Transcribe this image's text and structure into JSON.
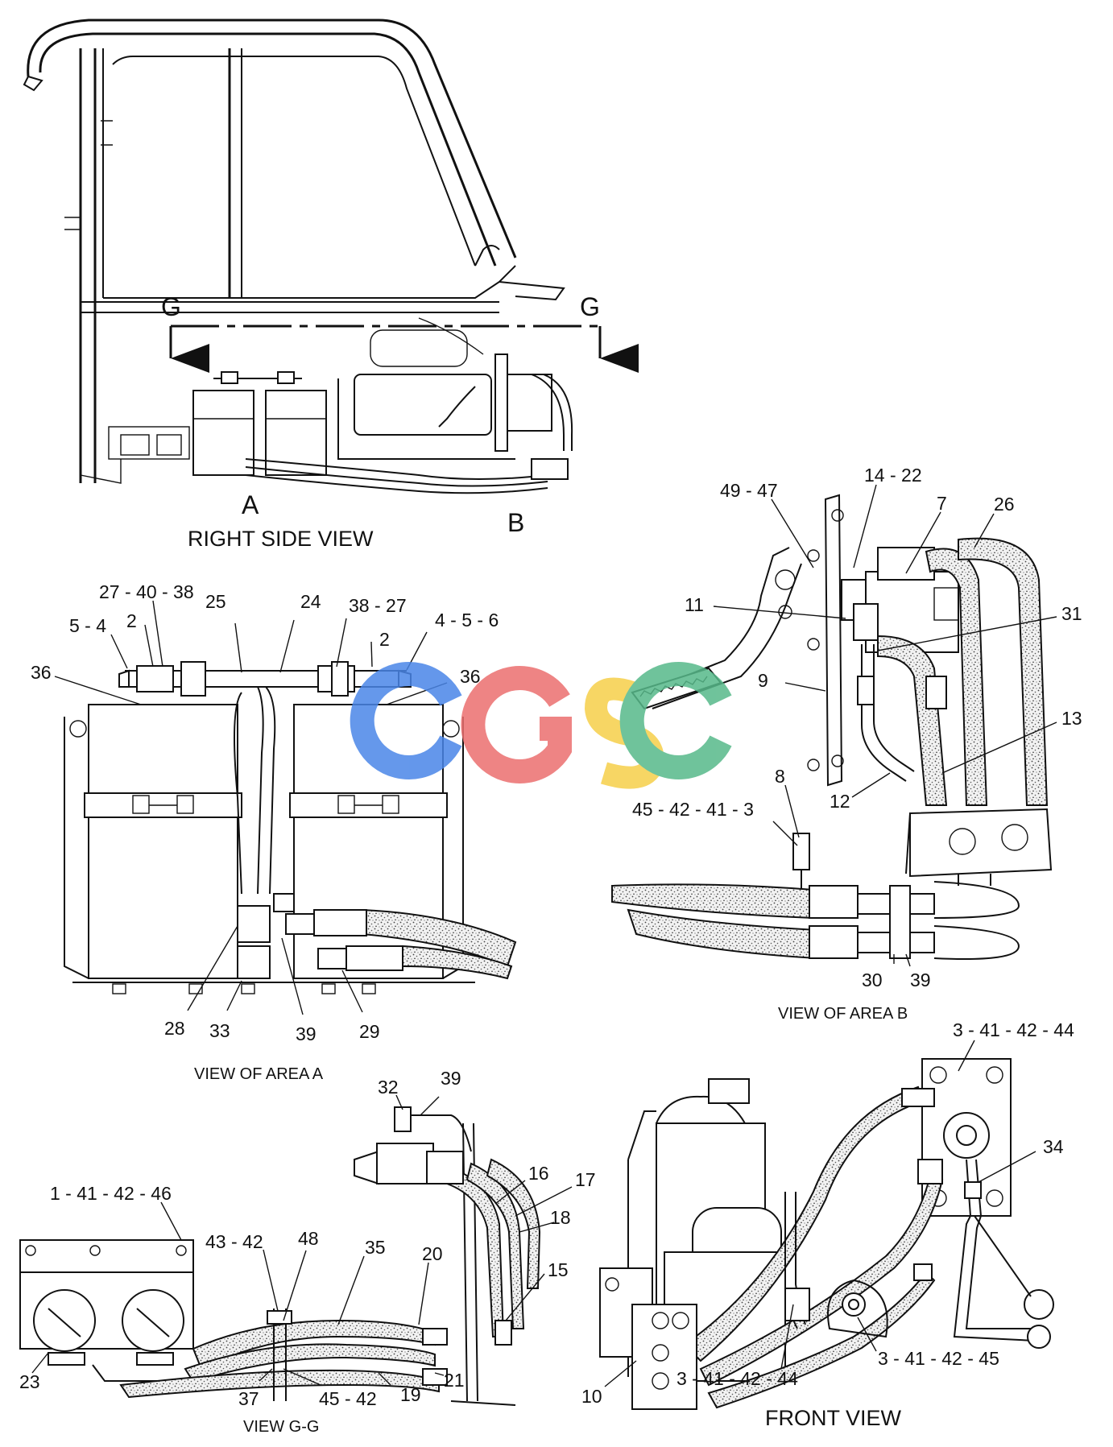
{
  "views": {
    "right_side": {
      "caption": "RIGHT SIDE VIEW",
      "section_left": "G",
      "section_right": "G",
      "area_a": "A",
      "area_b": "B"
    },
    "area_a": {
      "caption": "VIEW OF AREA A"
    },
    "area_b": {
      "caption": "VIEW OF AREA B"
    },
    "g_g": {
      "caption": "VIEW G-G"
    },
    "front": {
      "caption": "FRONT VIEW"
    }
  },
  "callouts": {
    "area_a": [
      "27 - 40 - 38",
      "25",
      "24",
      "38 - 27",
      "5 - 4",
      "2",
      "2",
      "4 - 5 - 6",
      "36",
      "36",
      "28",
      "33",
      "39",
      "29"
    ],
    "area_b": [
      "49 - 47",
      "14 - 22",
      "7",
      "26",
      "11",
      "31",
      "9",
      "13",
      "8",
      "12",
      "45 - 42 - 41 - 3",
      "30",
      "39"
    ],
    "g_g": [
      "32",
      "39",
      "16",
      "17",
      "18",
      "15",
      "1 - 41 - 42 - 46",
      "43 - 42",
      "48",
      "35",
      "20",
      "23",
      "37",
      "45 - 42",
      "19",
      "21"
    ],
    "front": [
      "3 - 41 - 42 - 44",
      "34",
      "3 - 41 - 42 - 45",
      "3 - 41 - 42 - 44",
      "10"
    ]
  },
  "watermark": {
    "text": "CGSC",
    "colors": [
      "#4a86e8",
      "#ec6f6f",
      "#f6cf4a",
      "#57b98a"
    ]
  }
}
